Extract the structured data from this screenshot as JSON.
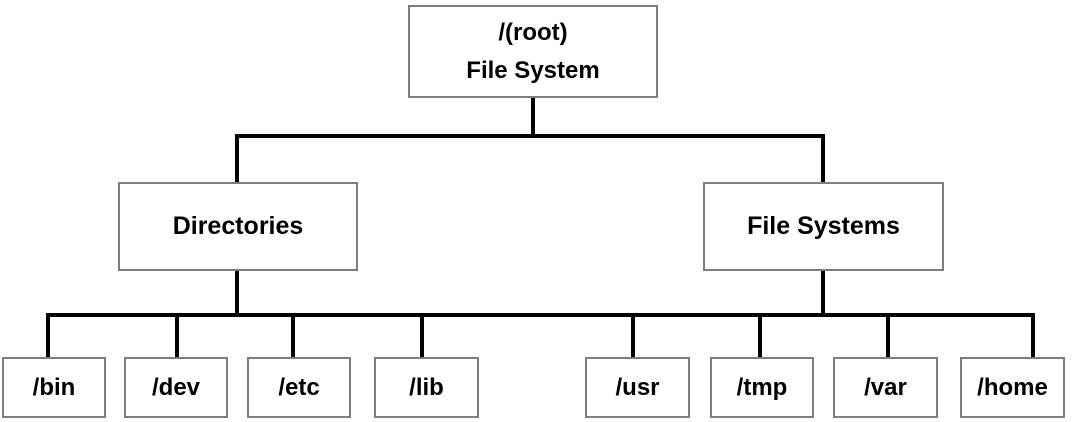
{
  "diagram": {
    "root": {
      "label_line1": "/(root)",
      "label_line2": "File System"
    },
    "level2": {
      "directories": {
        "label": "Directories"
      },
      "file_systems": {
        "label": "File Systems"
      }
    },
    "children": [
      {
        "label": "/bin"
      },
      {
        "label": "/dev"
      },
      {
        "label": "/etc"
      },
      {
        "label": "/lib"
      },
      {
        "label": "/usr"
      },
      {
        "label": "/tmp"
      },
      {
        "label": "/var"
      },
      {
        "label": "/home"
      }
    ],
    "colors": {
      "connector_line": "#000000",
      "box_border": "#7d7d7d",
      "box_background": "#ffffff",
      "text": "#000000"
    }
  }
}
